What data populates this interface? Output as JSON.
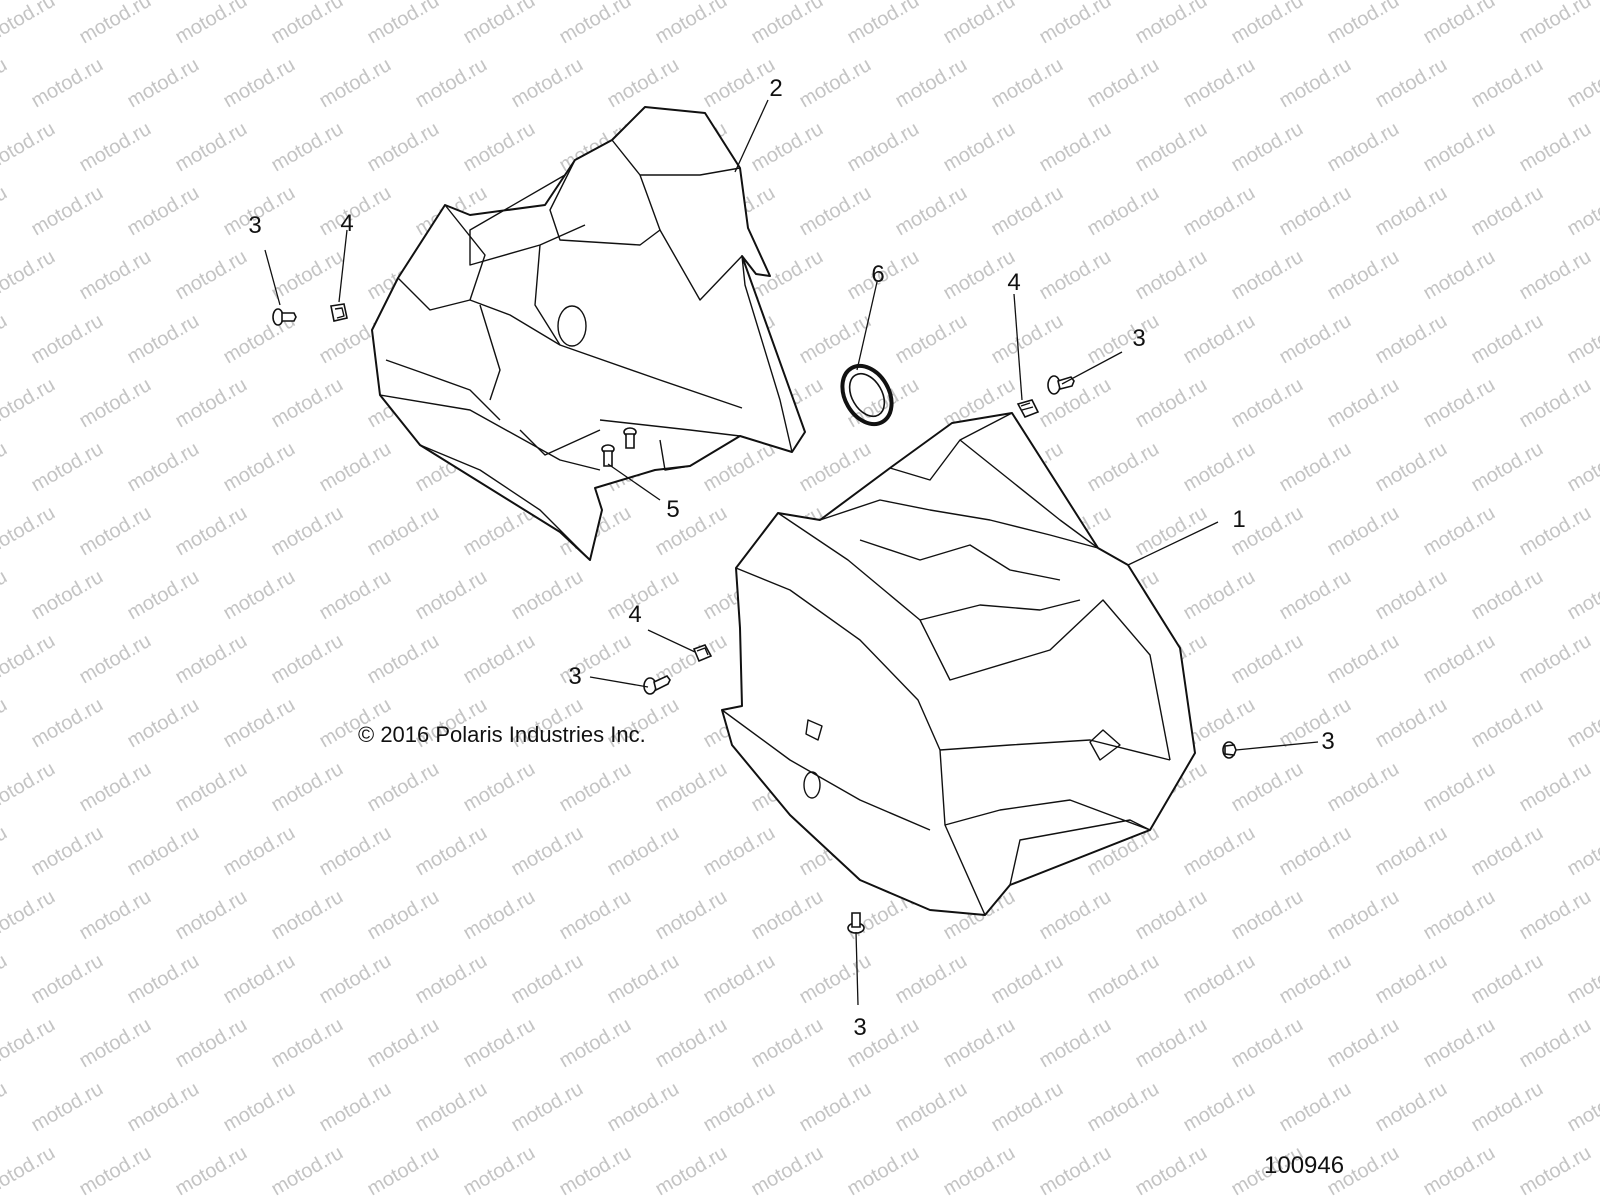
{
  "watermark": {
    "text": "motod.ru",
    "color": "#c4c4c4"
  },
  "callouts": [
    {
      "id": "c1",
      "label": "1"
    },
    {
      "id": "c2",
      "label": "2"
    },
    {
      "id": "c3a",
      "label": "3"
    },
    {
      "id": "c4a",
      "label": "4"
    },
    {
      "id": "c6",
      "label": "6"
    },
    {
      "id": "c4b",
      "label": "4"
    },
    {
      "id": "c3b",
      "label": "3"
    },
    {
      "id": "c5",
      "label": "5"
    },
    {
      "id": "c4c",
      "label": "4"
    },
    {
      "id": "c3c",
      "label": "3"
    },
    {
      "id": "c3d",
      "label": "3"
    },
    {
      "id": "c3e",
      "label": "3"
    }
  ],
  "copyright": "© 2016 Polaris Industries Inc.",
  "drawing_number": "100946"
}
